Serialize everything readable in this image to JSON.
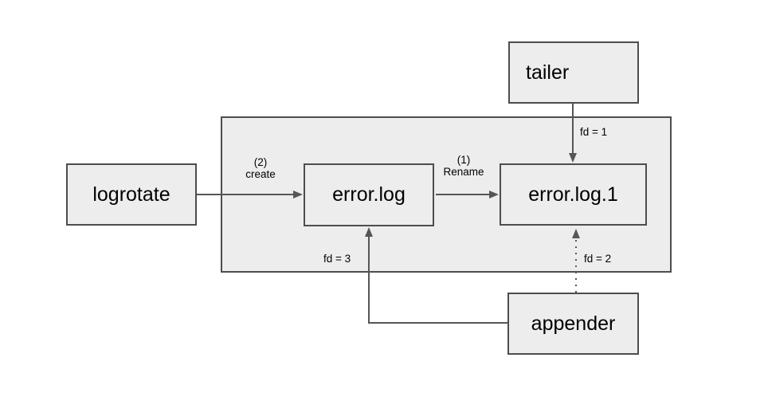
{
  "diagram": {
    "nodes": {
      "tailer": {
        "label": "tailer"
      },
      "logrotate": {
        "label": "logrotate"
      },
      "error_log": {
        "label": "error.log"
      },
      "error_log_1": {
        "label": "error.log.1"
      },
      "appender": {
        "label": "appender"
      }
    },
    "edges": {
      "create": {
        "line1": "(2)",
        "line2": "create"
      },
      "rename": {
        "line1": "(1)",
        "line2": "Rename"
      },
      "fd1": {
        "label": "fd = 1"
      },
      "fd2": {
        "label": "fd = 2"
      },
      "fd3": {
        "label": "fd = 3"
      }
    },
    "colors": {
      "node_fill": "#ededed",
      "node_border": "#4d4d4d",
      "arrow": "#565656",
      "text": "#000000",
      "background": "#ffffff"
    }
  }
}
